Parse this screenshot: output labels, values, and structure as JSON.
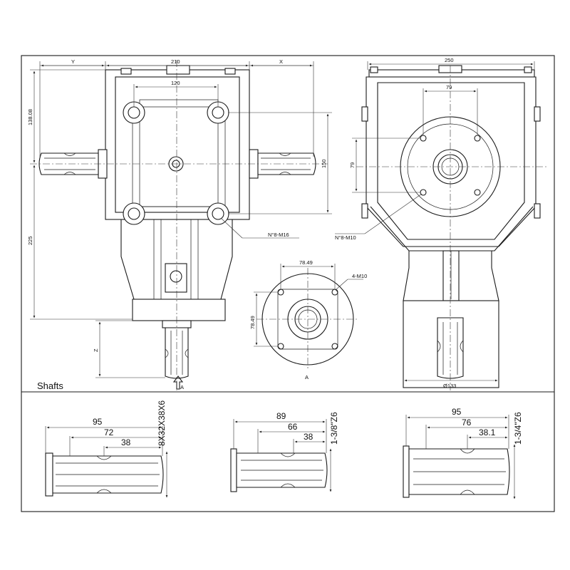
{
  "drawing": {
    "top_view": {
      "dim_width": "210",
      "dim_left": "Y",
      "dim_right": "X",
      "dim_bolt_spacing": "120",
      "dim_height_upper": "138.08",
      "dim_height_total": "225",
      "dim_right_height": "150",
      "dim_shaft_length": "Z",
      "callout_bolts": "N°8-M16",
      "section_marker": "A"
    },
    "side_view": {
      "dim_width": "250",
      "dim_bolt_h": "79",
      "dim_bolt_v": "79",
      "callout_bolts": "N°8-M10",
      "dim_base_diameter": "Ø133"
    },
    "flange_view": {
      "dim_bolt_h": "78.49",
      "dim_bolt_v": "78.49",
      "callout_holes": "4-M10",
      "view_label": "A"
    },
    "shafts": {
      "section_title": "Shafts",
      "items": [
        {
          "overall": "95",
          "mid": "72",
          "short": "38",
          "spec": "8X32X38X6"
        },
        {
          "overall": "89",
          "mid": "66",
          "short": "38",
          "spec": "1-3/8\"Z6"
        },
        {
          "overall": "95",
          "mid": "76",
          "short": "38.1",
          "spec": "1-3/4\"Z6"
        }
      ]
    }
  }
}
